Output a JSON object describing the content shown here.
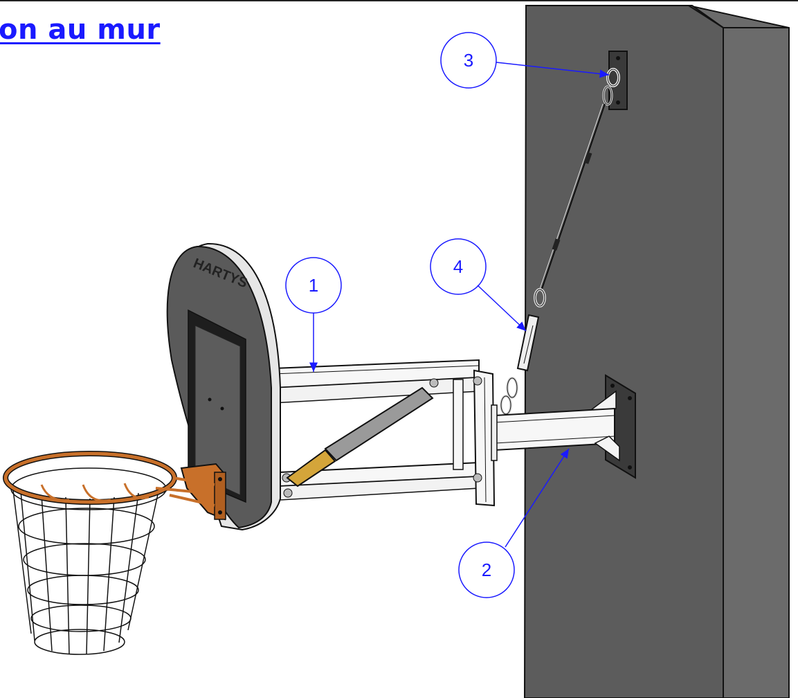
{
  "title": "on au mur",
  "brand": "HARTYS",
  "callouts": [
    {
      "id": "1",
      "label": "1"
    },
    {
      "id": "2",
      "label": "2"
    },
    {
      "id": "3",
      "label": "3"
    },
    {
      "id": "4",
      "label": "4"
    }
  ],
  "colors": {
    "callout": "#1a1aff",
    "wall": "#5f5f5f",
    "wall_side": "#6e6e6e",
    "board": "#5a5a5a",
    "rim": "#c8702a",
    "bracket": "#c8702a",
    "strut": "#9a9a9a",
    "strut_tip": "#d4a53a"
  }
}
